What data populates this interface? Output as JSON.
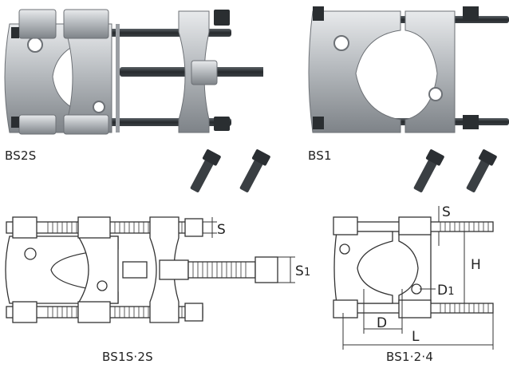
{
  "photos": {
    "left_label": "BS2S",
    "right_label": "BS1"
  },
  "diagrams": {
    "left_caption": "BS1S·2S",
    "right_caption": "BS1·2·4",
    "left_dims": {
      "s": "S",
      "s1_letter": "S",
      "s1_sub": "1"
    },
    "right_dims": {
      "s": "S",
      "h": "H",
      "d1_letter": "D",
      "d1_sub": "1",
      "d": "D",
      "l": "L"
    }
  },
  "colors": {
    "steel": "#b9bcc0",
    "steel_dark": "#7d8187",
    "rod": "#2f3437",
    "line": "#333333"
  }
}
